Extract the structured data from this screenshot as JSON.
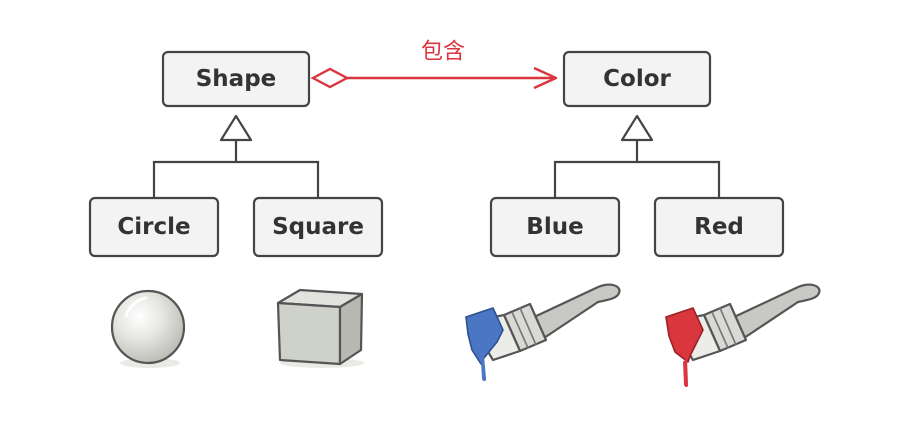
{
  "diagram": {
    "relation_label": "包含",
    "relation_color": "#d9363e",
    "shape_box": "Shape",
    "color_box": "Color",
    "circle_box": "Circle",
    "square_box": "Square",
    "blue_box": "Blue",
    "red_box": "Red"
  },
  "illustrations": {
    "sphere": "sphere-icon",
    "cube": "cube-icon",
    "blue_brush": "blue-paintbrush-icon",
    "red_brush": "red-paintbrush-icon",
    "blue_color": "#4a76c4",
    "red_color": "#d9363e"
  }
}
